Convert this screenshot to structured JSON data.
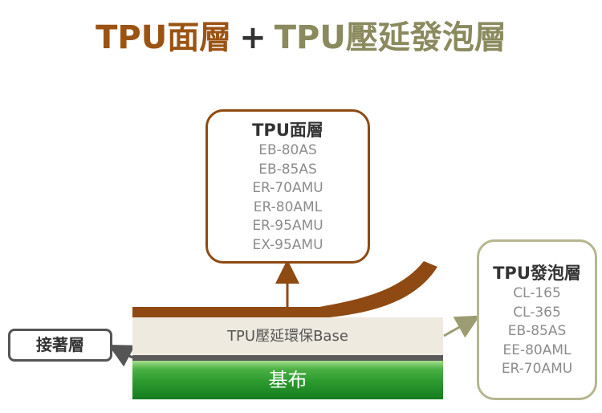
{
  "title": {
    "part1": "TPU面層",
    "plus": "+",
    "part2": "TPU壓延發泡層"
  },
  "top_box": {
    "heading": "TPU面層",
    "items": [
      "EB-80AS",
      "EB-85AS",
      "ER-70AMU",
      "ER-80AML",
      "ER-95AMU",
      "EX-95AMU"
    ]
  },
  "right_box": {
    "heading": "TPU發泡層",
    "items": [
      "CL-165",
      "CL-365",
      "EB-85AS",
      "EE-80AML",
      "ER-70AMU"
    ]
  },
  "left_box": {
    "label": "接著層"
  },
  "layers": {
    "base_label": "TPU壓延環保Base",
    "fabric_label": "基布"
  },
  "colors": {
    "brown": "#9b5313",
    "olive": "#8a8a5e",
    "fabric_green": "#2b9a2e",
    "base_beige": "#eeeadf",
    "adhesive_gray": "#5a5a5a"
  }
}
